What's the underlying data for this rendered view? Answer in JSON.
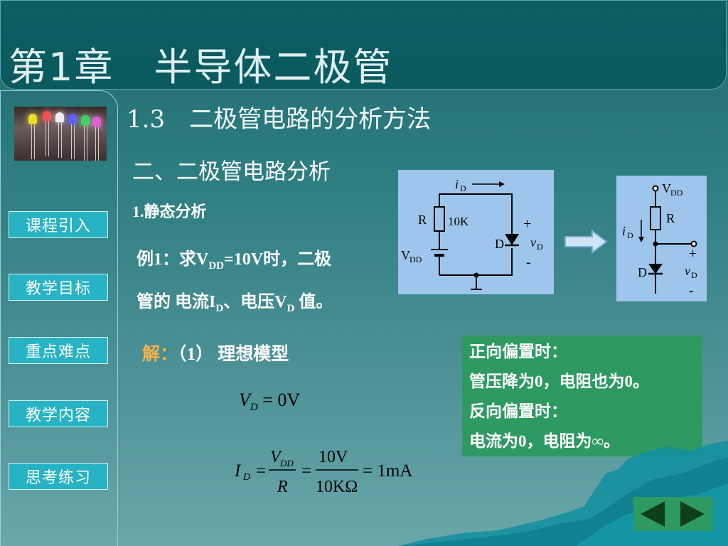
{
  "title": "第1章　半导体二极管",
  "sidebar": {
    "items": [
      {
        "label": "课程引入"
      },
      {
        "label": "教学目标"
      },
      {
        "label": "重点难点"
      },
      {
        "label": "教学内容"
      },
      {
        "label": "思考练习"
      }
    ]
  },
  "section": "1.3　二极管电路的分析方法",
  "subsection": "二、二极管电路分析",
  "static_heading": "1.静态分析",
  "example": {
    "line1_pre": "例1：求V",
    "line1_sub": "DD",
    "line1_post": "=10V时，二极",
    "line2_a": "管的  电流I",
    "line2_sub1": "D",
    "line2_b": "、电压V",
    "line2_sub2": "D",
    "line2_c": " 值。"
  },
  "solution": {
    "label": "解：",
    "text": "（1） 理想模型"
  },
  "equation1": {
    "lhs": "V",
    "lhs_sub": "D",
    "rhs": "= 0V"
  },
  "equation2": {
    "lhs": "I",
    "lhs_sub": "D",
    "num1": "V",
    "num1_sub": "DD",
    "den1": "R",
    "num2": "10V",
    "den2": "10KΩ",
    "result": "= 1mA"
  },
  "circuit1": {
    "current_label": "i",
    "current_sub": "D",
    "resistor_label": "R",
    "resistor_value": "10K",
    "source_label": "V",
    "source_sub": "DD",
    "diode_label": "D",
    "plus": "+",
    "minus": "-",
    "voltage_label": "v",
    "voltage_sub": "D"
  },
  "circuit2": {
    "supply_label": "V",
    "supply_sub": "DD",
    "resistor_label": "R",
    "current_label": "i",
    "current_sub": "D",
    "diode_label": "D",
    "plus": "+",
    "minus": "-",
    "voltage_label": "v",
    "voltage_sub": "D"
  },
  "infobox": {
    "lines": [
      "正向偏置时：",
      "管压降为0，电阻也为0。",
      "反向偏置时：",
      "电流为0，电阻为∞。"
    ]
  },
  "colors": {
    "header_bg": "#0a5a5f",
    "nav_button": "#27b3c4",
    "info_box": "#2e9a62",
    "solution_label": "#f3b24a",
    "circuit_bg": "#9ec6ec"
  },
  "icons": [
    "led-photo",
    "arrow-right-icon",
    "prev-arrow-icon",
    "next-arrow-icon"
  ]
}
